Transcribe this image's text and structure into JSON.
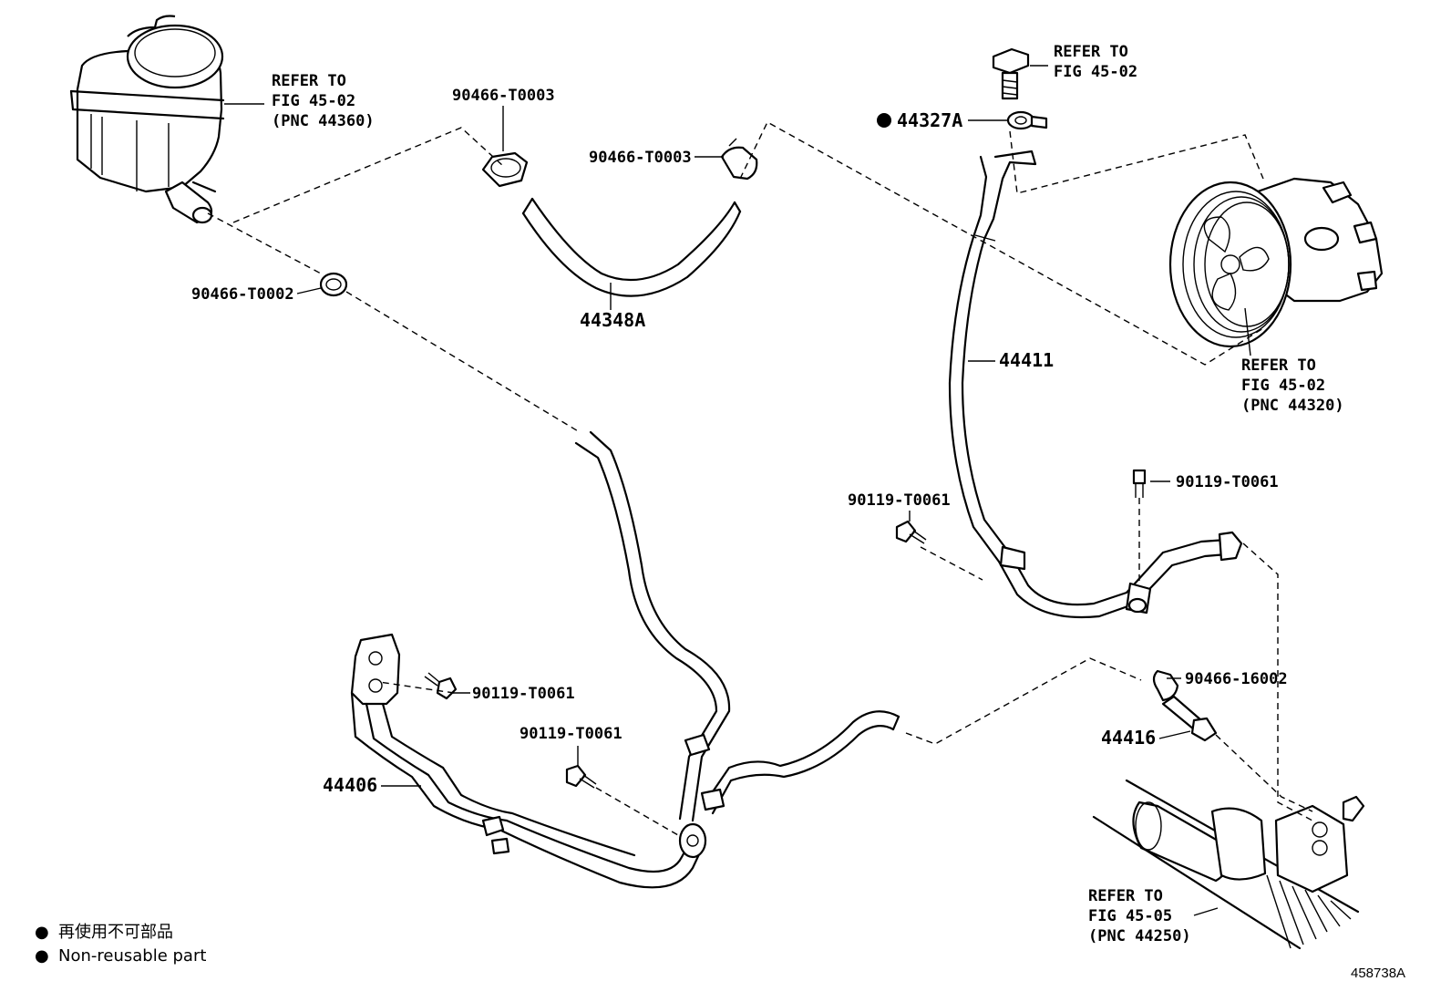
{
  "labels": {
    "reservoir_ref": [
      "REFER TO",
      "FIG 45-02",
      "(PNC 44360)"
    ],
    "bolt_ref": [
      "REFER TO",
      "FIG 45-02"
    ],
    "pump_ref": [
      "REFER TO",
      "FIG 45-02",
      "(PNC 44320)"
    ],
    "gear_ref": [
      "REFER TO",
      "FIG 45-05",
      "(PNC 44250)"
    ],
    "clip_t0003_left": "90466-T0003",
    "clip_t0003_right": "90466-T0003",
    "clip_t0002": "90466-T0002",
    "hose_44348a": "44348A",
    "gasket_44327a": "44327A",
    "pressure_tube_44411": "44411",
    "bolt_t0061_a": "90119-T0061",
    "bolt_t0061_b": "90119-T0061",
    "bolt_t0061_c": "90119-T0061",
    "bolt_t0061_d": "90119-T0061",
    "clip_16002": "90466-16002",
    "union_44416": "44416",
    "return_tube_44406": "44406"
  },
  "legend": {
    "bullet": "●",
    "jp": "再使用不可部品",
    "en": "Non-reusable part"
  },
  "figure_id": "458738A",
  "colors": {
    "ink": "#000000",
    "paper": "#ffffff"
  }
}
